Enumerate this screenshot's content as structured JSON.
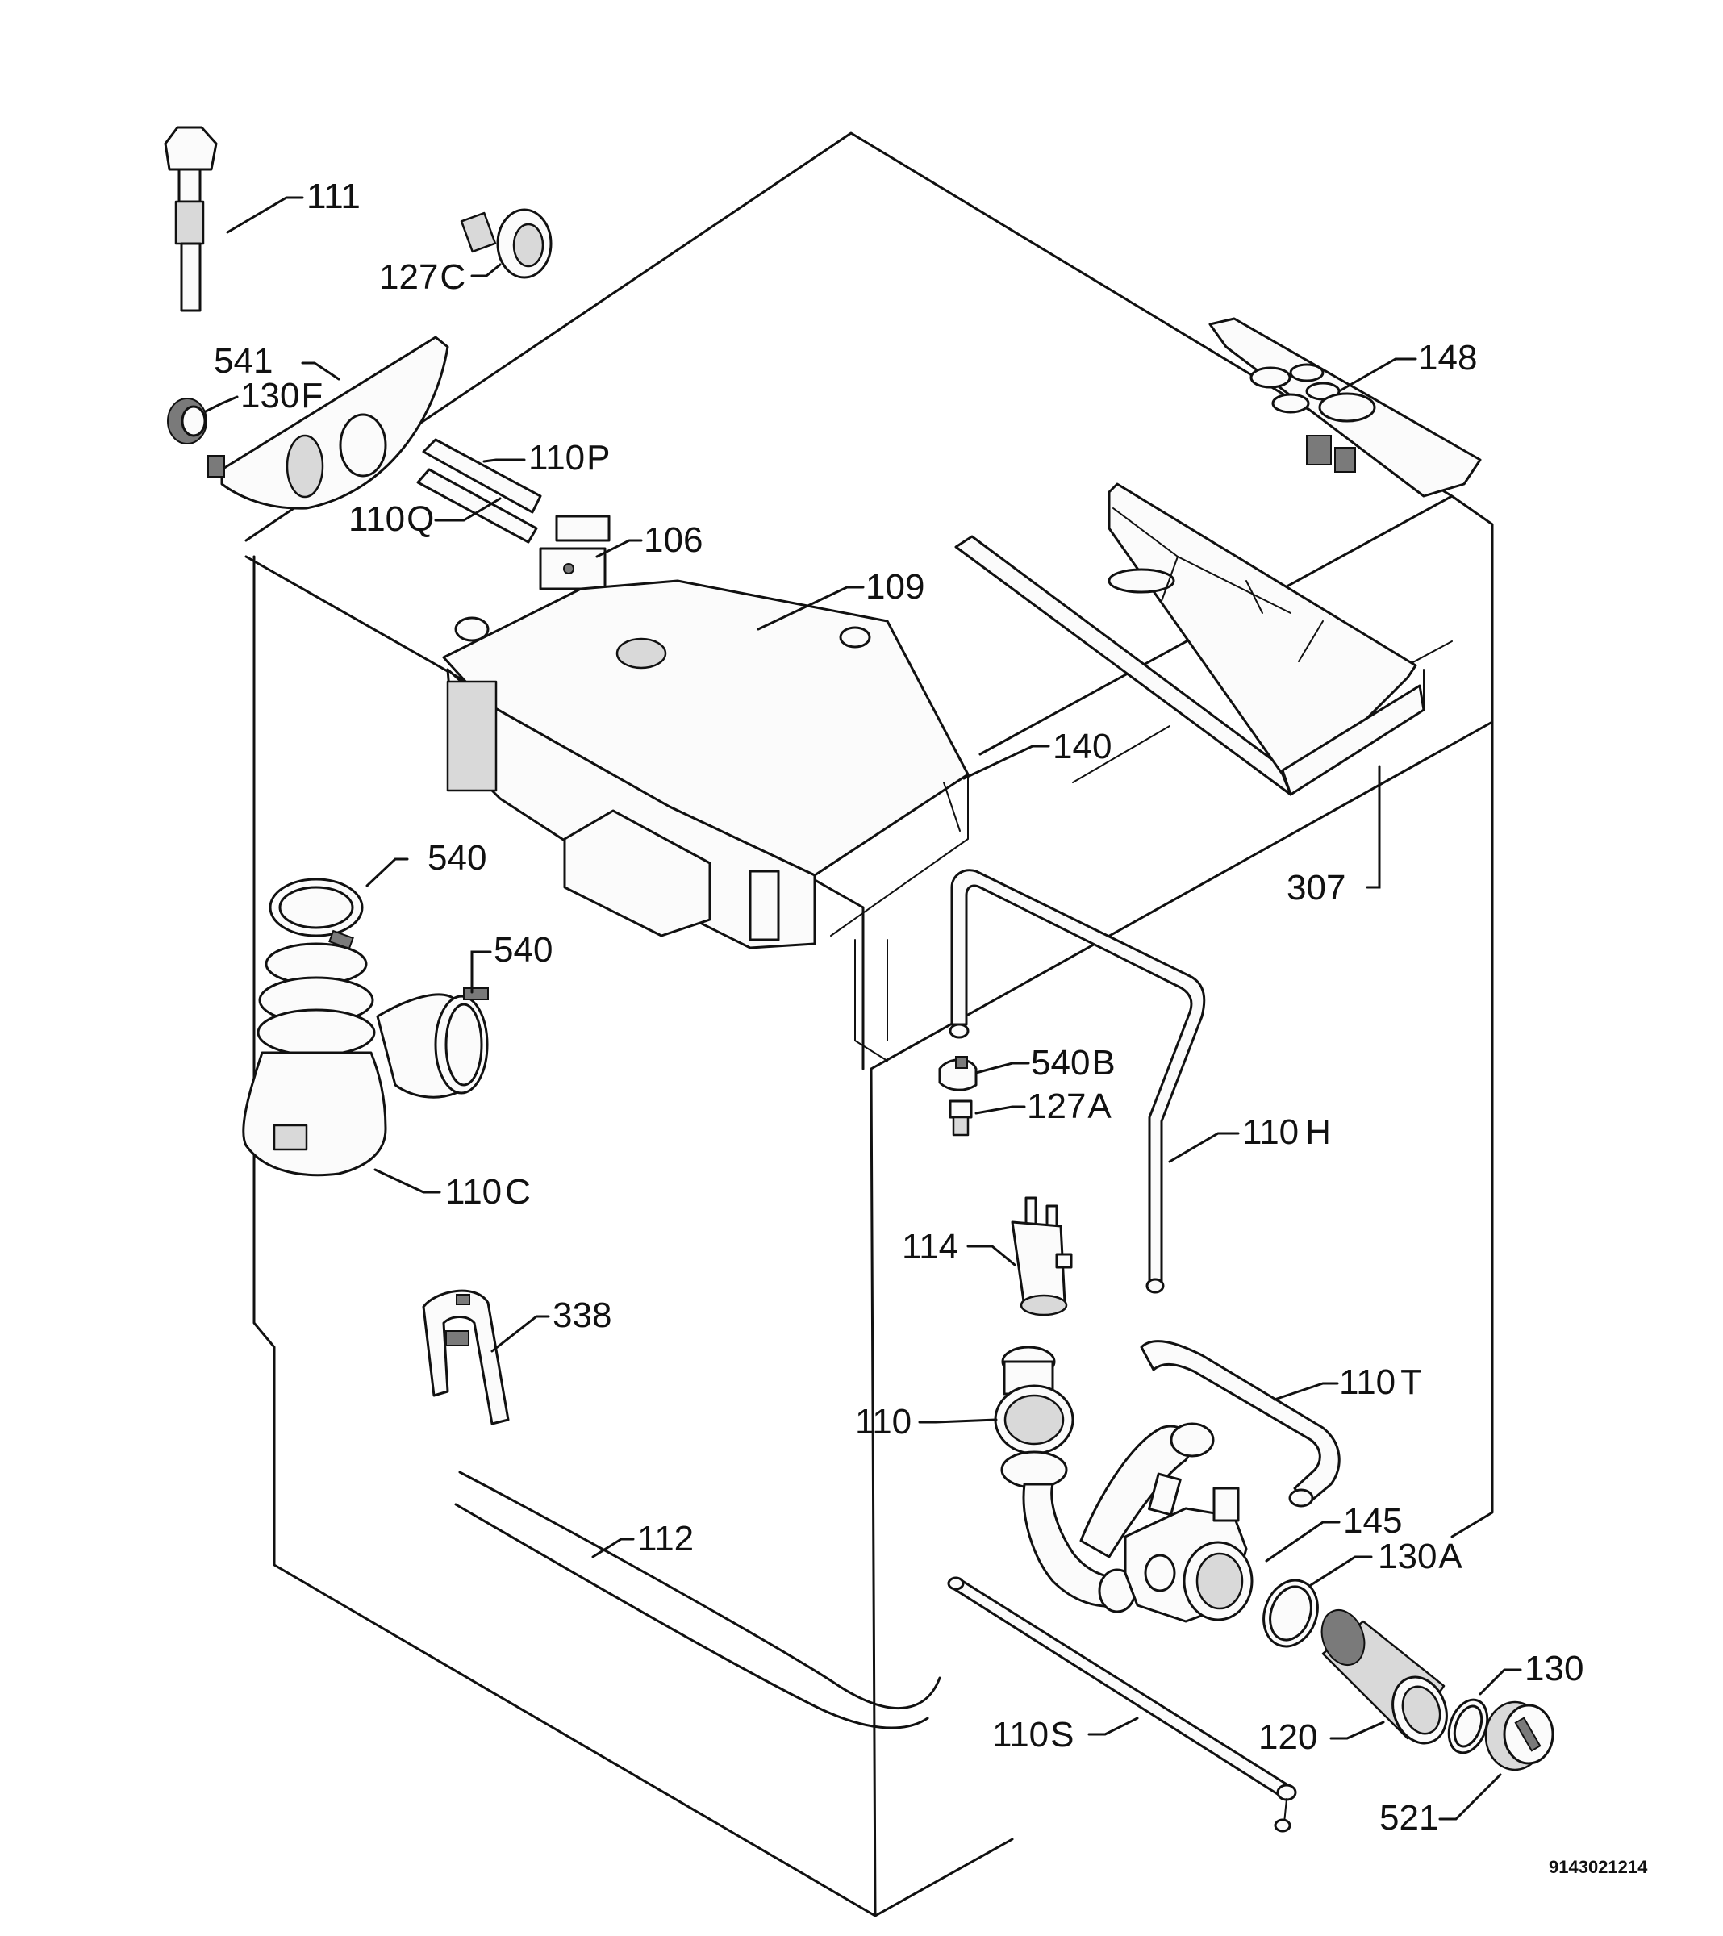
{
  "diagram_code": "9143021214",
  "labels": [
    {
      "id": "111",
      "num": "111",
      "suffix": ""
    },
    {
      "id": "127c",
      "num": "127",
      "suffix": "C"
    },
    {
      "id": "541",
      "num": "541",
      "suffix": ""
    },
    {
      "id": "130f",
      "num": "130",
      "suffix": "F"
    },
    {
      "id": "110p",
      "num": "110",
      "suffix": "P"
    },
    {
      "id": "110q",
      "num": "110",
      "suffix": "Q"
    },
    {
      "id": "106",
      "num": "106",
      "suffix": ""
    },
    {
      "id": "109",
      "num": "109",
      "suffix": ""
    },
    {
      "id": "148",
      "num": "148",
      "suffix": ""
    },
    {
      "id": "140",
      "num": "140",
      "suffix": ""
    },
    {
      "id": "307",
      "num": "307",
      "suffix": ""
    },
    {
      "id": "540a",
      "num": "540",
      "suffix": ""
    },
    {
      "id": "540b",
      "num": "540",
      "suffix": ""
    },
    {
      "id": "540B",
      "num": "540",
      "suffix": "B"
    },
    {
      "id": "127a",
      "num": "127",
      "suffix": "A"
    },
    {
      "id": "110h",
      "num": "110",
      "suffix": "H"
    },
    {
      "id": "110c",
      "num": "110",
      "suffix": "C"
    },
    {
      "id": "114",
      "num": "114",
      "suffix": ""
    },
    {
      "id": "338",
      "num": "338",
      "suffix": ""
    },
    {
      "id": "110",
      "num": "110",
      "suffix": ""
    },
    {
      "id": "110t",
      "num": "110",
      "suffix": "T"
    },
    {
      "id": "112",
      "num": "112",
      "suffix": ""
    },
    {
      "id": "145",
      "num": "145",
      "suffix": ""
    },
    {
      "id": "130a",
      "num": "130",
      "suffix": "A"
    },
    {
      "id": "130",
      "num": "130",
      "suffix": ""
    },
    {
      "id": "110s",
      "num": "110",
      "suffix": "S"
    },
    {
      "id": "120",
      "num": "120",
      "suffix": ""
    },
    {
      "id": "521",
      "num": "521",
      "suffix": ""
    }
  ]
}
